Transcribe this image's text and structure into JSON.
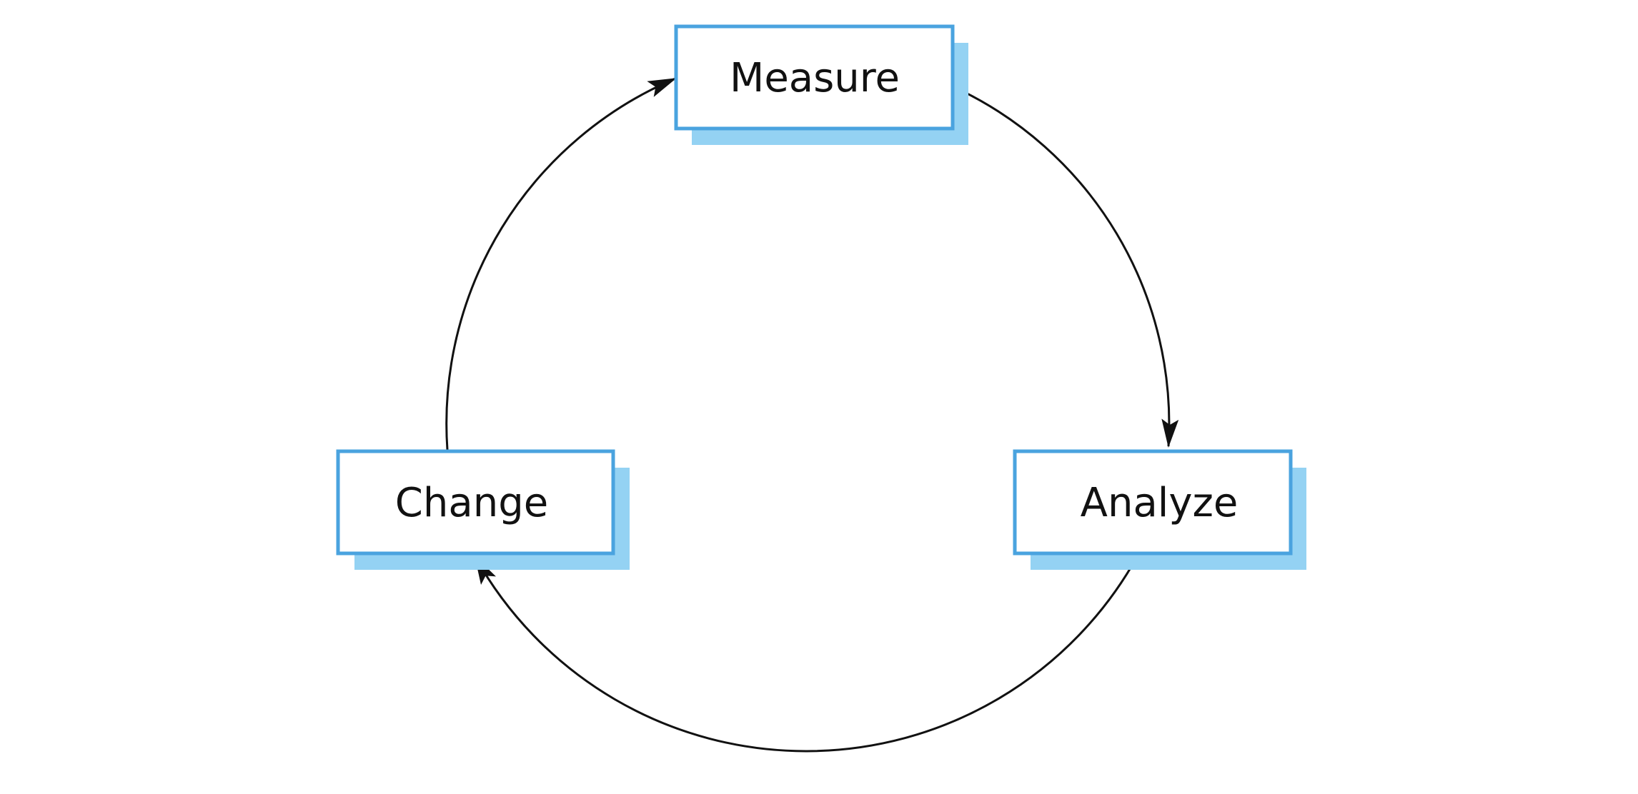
{
  "diagram": {
    "nodes": [
      {
        "id": "measure",
        "label": "Measure"
      },
      {
        "id": "analyze",
        "label": "Analyze"
      },
      {
        "id": "change",
        "label": "Change"
      }
    ],
    "edges": [
      {
        "from": "measure",
        "to": "analyze"
      },
      {
        "from": "analyze",
        "to": "change"
      },
      {
        "from": "change",
        "to": "measure"
      }
    ],
    "colors": {
      "box_border": "#4aa3df",
      "box_shadow": "#94d2f3",
      "box_fill": "#ffffff",
      "arrow": "#111111",
      "text": "#111111"
    }
  }
}
